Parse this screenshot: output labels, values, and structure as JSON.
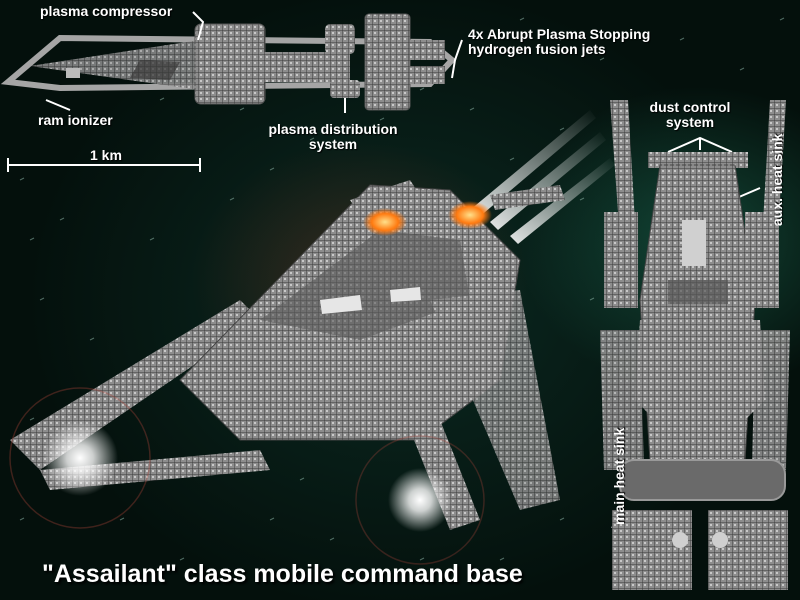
{
  "title": "\"Assailant\" class mobile command base",
  "labels": {
    "plasma_compressor": "plasma compressor",
    "jets_line1": "4x Abrupt Plasma Stopping",
    "jets_line2": "hydrogen fusion jets",
    "ram_ionizer": "ram ionizer",
    "plasma_distribution_line1": "plasma distribution",
    "plasma_distribution_line2": "system",
    "dust_control_line1": "dust control",
    "dust_control_line2": "system",
    "aux_heat_sink": "aux. heat sink",
    "main_heat_sink": "main heat sink"
  },
  "scale_bar": {
    "label": "1 km"
  },
  "colors": {
    "hull": "#9a9a9a",
    "hull_dark": "#4a4a4a",
    "engine_glow": "#ff8c1a",
    "label": "#ffffff"
  }
}
